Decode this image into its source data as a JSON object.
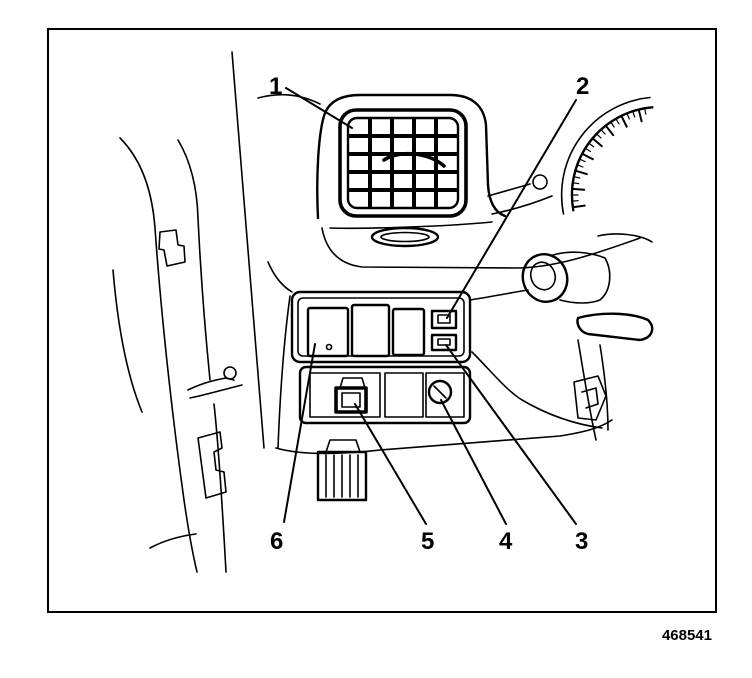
{
  "callouts": [
    {
      "label": "1"
    },
    {
      "label": "2"
    },
    {
      "label": "3"
    },
    {
      "label": "4"
    },
    {
      "label": "5"
    },
    {
      "label": "6"
    }
  ],
  "figure_number": "468541"
}
